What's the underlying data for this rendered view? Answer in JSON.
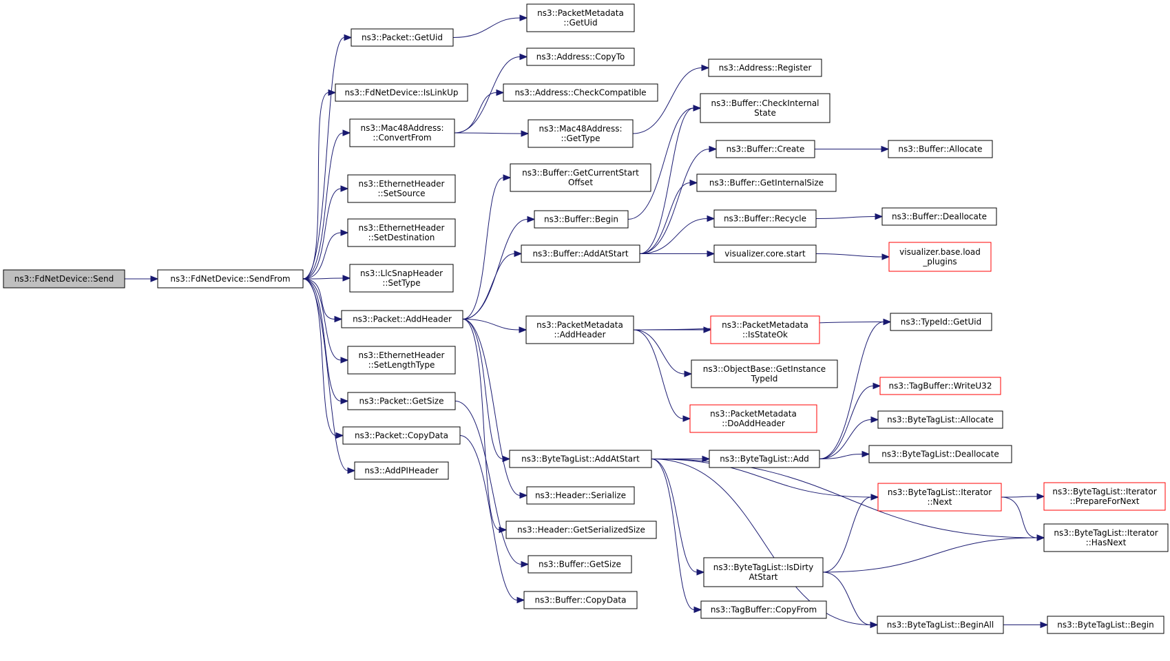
{
  "colors": {
    "edge": "#191970",
    "node_border": "#000000",
    "node_border_highlight": "#ff0000",
    "root_fill": "#bfbfbf"
  },
  "nodes": [
    {
      "id": "send",
      "label": [
        "ns3::FdNetDevice::Send"
      ],
      "root": true
    },
    {
      "id": "sendfrom",
      "label": [
        "ns3::FdNetDevice::SendFrom"
      ]
    },
    {
      "id": "getuid",
      "label": [
        "ns3::Packet::GetUid"
      ]
    },
    {
      "id": "pmgetuid",
      "label": [
        "ns3::PacketMetadata",
        "::GetUid"
      ]
    },
    {
      "id": "islinkup",
      "label": [
        "ns3::FdNetDevice::IsLinkUp"
      ]
    },
    {
      "id": "addrcopyto",
      "label": [
        "ns3::Address::CopyTo"
      ]
    },
    {
      "id": "checkcompat",
      "label": [
        "ns3::Address::CheckCompatible"
      ]
    },
    {
      "id": "addrregister",
      "label": [
        "ns3::Address::Register"
      ]
    },
    {
      "id": "convertfrom",
      "label": [
        "ns3::Mac48Address:",
        "::ConvertFrom"
      ]
    },
    {
      "id": "mac48gettype",
      "label": [
        "ns3::Mac48Address:",
        "::GetType"
      ]
    },
    {
      "id": "checkinternal",
      "label": [
        "ns3::Buffer::CheckInternal",
        "State"
      ]
    },
    {
      "id": "bufcreate",
      "label": [
        "ns3::Buffer::Create"
      ]
    },
    {
      "id": "bufallocate",
      "label": [
        "ns3::Buffer::Allocate"
      ]
    },
    {
      "id": "setsource",
      "label": [
        "ns3::EthernetHeader",
        "::SetSource"
      ]
    },
    {
      "id": "getcurstart",
      "label": [
        "ns3::Buffer::GetCurrentStart",
        "Offset"
      ]
    },
    {
      "id": "getinternalsize",
      "label": [
        "ns3::Buffer::GetInternalSize"
      ]
    },
    {
      "id": "bufbegin",
      "label": [
        "ns3::Buffer::Begin"
      ]
    },
    {
      "id": "recycle",
      "label": [
        "ns3::Buffer::Recycle"
      ]
    },
    {
      "id": "dealloc",
      "label": [
        "ns3::Buffer::Deallocate"
      ]
    },
    {
      "id": "setdest",
      "label": [
        "ns3::EthernetHeader",
        "::SetDestination"
      ]
    },
    {
      "id": "addatstart",
      "label": [
        "ns3::Buffer::AddAtStart"
      ]
    },
    {
      "id": "vizstart",
      "label": [
        "visualizer.core.start"
      ]
    },
    {
      "id": "vizload",
      "label": [
        "visualizer.base.load",
        "_plugins"
      ],
      "red": true
    },
    {
      "id": "settype",
      "label": [
        "ns3::LlcSnapHeader",
        "::SetType"
      ]
    },
    {
      "id": "addheader",
      "label": [
        "ns3::Packet::AddHeader"
      ]
    },
    {
      "id": "pmaddheader",
      "label": [
        "ns3::PacketMetadata",
        "::AddHeader"
      ]
    },
    {
      "id": "typeidgetuid",
      "label": [
        "ns3::TypeId::GetUid"
      ]
    },
    {
      "id": "isstateok",
      "label": [
        "ns3::PacketMetadata",
        "::IsStateOk"
      ],
      "red": true
    },
    {
      "id": "setlentype",
      "label": [
        "ns3::EthernetHeader",
        "::SetLengthType"
      ]
    },
    {
      "id": "getinsttypeid",
      "label": [
        "ns3::ObjectBase::GetInstance",
        "TypeId"
      ]
    },
    {
      "id": "writeu32",
      "label": [
        "ns3::TagBuffer::WriteU32"
      ],
      "red": true
    },
    {
      "id": "getsize",
      "label": [
        "ns3::Packet::GetSize"
      ]
    },
    {
      "id": "doaddheader",
      "label": [
        "ns3::PacketMetadata",
        "::DoAddHeader"
      ],
      "red": true
    },
    {
      "id": "btlallocate",
      "label": [
        "ns3::ByteTagList::Allocate"
      ]
    },
    {
      "id": "copydata",
      "label": [
        "ns3::Packet::CopyData"
      ]
    },
    {
      "id": "btladdatstart",
      "label": [
        "ns3::ByteTagList::AddAtStart"
      ]
    },
    {
      "id": "btladd",
      "label": [
        "ns3::ByteTagList::Add"
      ]
    },
    {
      "id": "btldealloc",
      "label": [
        "ns3::ByteTagList::Deallocate"
      ]
    },
    {
      "id": "addpiheader",
      "label": [
        "ns3::AddPIHeader"
      ]
    },
    {
      "id": "iternext",
      "label": [
        "ns3::ByteTagList::Iterator",
        "::Next"
      ],
      "red": true
    },
    {
      "id": "prepfornext",
      "label": [
        "ns3::ByteTagList::Iterator",
        "::PrepareForNext"
      ],
      "red": true
    },
    {
      "id": "serialize",
      "label": [
        "ns3::Header::Serialize"
      ]
    },
    {
      "id": "getsersize",
      "label": [
        "ns3::Header::GetSerializedSize"
      ]
    },
    {
      "id": "hasnext",
      "label": [
        "ns3::ByteTagList::Iterator",
        "::HasNext"
      ]
    },
    {
      "id": "bufgetsize",
      "label": [
        "ns3::Buffer::GetSize"
      ]
    },
    {
      "id": "isdirty",
      "label": [
        "ns3::ByteTagList::IsDirty",
        "AtStart"
      ]
    },
    {
      "id": "bufcopydata",
      "label": [
        "ns3::Buffer::CopyData"
      ]
    },
    {
      "id": "tbcopyfrom",
      "label": [
        "ns3::TagBuffer::CopyFrom"
      ]
    },
    {
      "id": "beginall",
      "label": [
        "ns3::ByteTagList::BeginAll"
      ]
    },
    {
      "id": "btlbegin",
      "label": [
        "ns3::ByteTagList::Begin"
      ]
    }
  ],
  "edges": [
    [
      "send",
      "sendfrom"
    ],
    [
      "sendfrom",
      "getuid"
    ],
    [
      "sendfrom",
      "islinkup"
    ],
    [
      "sendfrom",
      "convertfrom"
    ],
    [
      "sendfrom",
      "setsource"
    ],
    [
      "sendfrom",
      "setdest"
    ],
    [
      "sendfrom",
      "settype"
    ],
    [
      "sendfrom",
      "addheader"
    ],
    [
      "sendfrom",
      "setlentype"
    ],
    [
      "sendfrom",
      "getsize"
    ],
    [
      "sendfrom",
      "copydata"
    ],
    [
      "sendfrom",
      "addpiheader"
    ],
    [
      "getuid",
      "pmgetuid"
    ],
    [
      "convertfrom",
      "addrcopyto"
    ],
    [
      "convertfrom",
      "checkcompat"
    ],
    [
      "convertfrom",
      "mac48gettype"
    ],
    [
      "mac48gettype",
      "addrregister"
    ],
    [
      "addheader",
      "getcurstart"
    ],
    [
      "addheader",
      "bufbegin"
    ],
    [
      "addheader",
      "addatstart"
    ],
    [
      "addheader",
      "pmaddheader"
    ],
    [
      "addheader",
      "btladdatstart"
    ],
    [
      "addheader",
      "serialize"
    ],
    [
      "addheader",
      "getsersize"
    ],
    [
      "bufbegin",
      "checkinternal"
    ],
    [
      "addatstart",
      "checkinternal"
    ],
    [
      "addatstart",
      "bufcreate"
    ],
    [
      "addatstart",
      "getinternalsize"
    ],
    [
      "addatstart",
      "recycle"
    ],
    [
      "addatstart",
      "vizstart"
    ],
    [
      "bufcreate",
      "bufallocate"
    ],
    [
      "recycle",
      "dealloc"
    ],
    [
      "vizstart",
      "vizload"
    ],
    [
      "pmaddheader",
      "typeidgetuid"
    ],
    [
      "pmaddheader",
      "isstateok"
    ],
    [
      "pmaddheader",
      "getinsttypeid"
    ],
    [
      "pmaddheader",
      "doaddheader"
    ],
    [
      "getsize",
      "bufgetsize"
    ],
    [
      "copydata",
      "bufcopydata"
    ],
    [
      "btladdatstart",
      "btladd"
    ],
    [
      "btladdatstart",
      "iternext"
    ],
    [
      "btladdatstart",
      "hasnext"
    ],
    [
      "btladdatstart",
      "isdirty"
    ],
    [
      "btladdatstart",
      "tbcopyfrom"
    ],
    [
      "btladdatstart",
      "beginall"
    ],
    [
      "btladd",
      "typeidgetuid"
    ],
    [
      "btladd",
      "writeu32"
    ],
    [
      "btladd",
      "btlallocate"
    ],
    [
      "btladd",
      "btldealloc"
    ],
    [
      "iternext",
      "prepfornext"
    ],
    [
      "iternext",
      "hasnext"
    ],
    [
      "isdirty",
      "iternext"
    ],
    [
      "isdirty",
      "hasnext"
    ],
    [
      "isdirty",
      "beginall"
    ],
    [
      "beginall",
      "btlbegin"
    ]
  ]
}
